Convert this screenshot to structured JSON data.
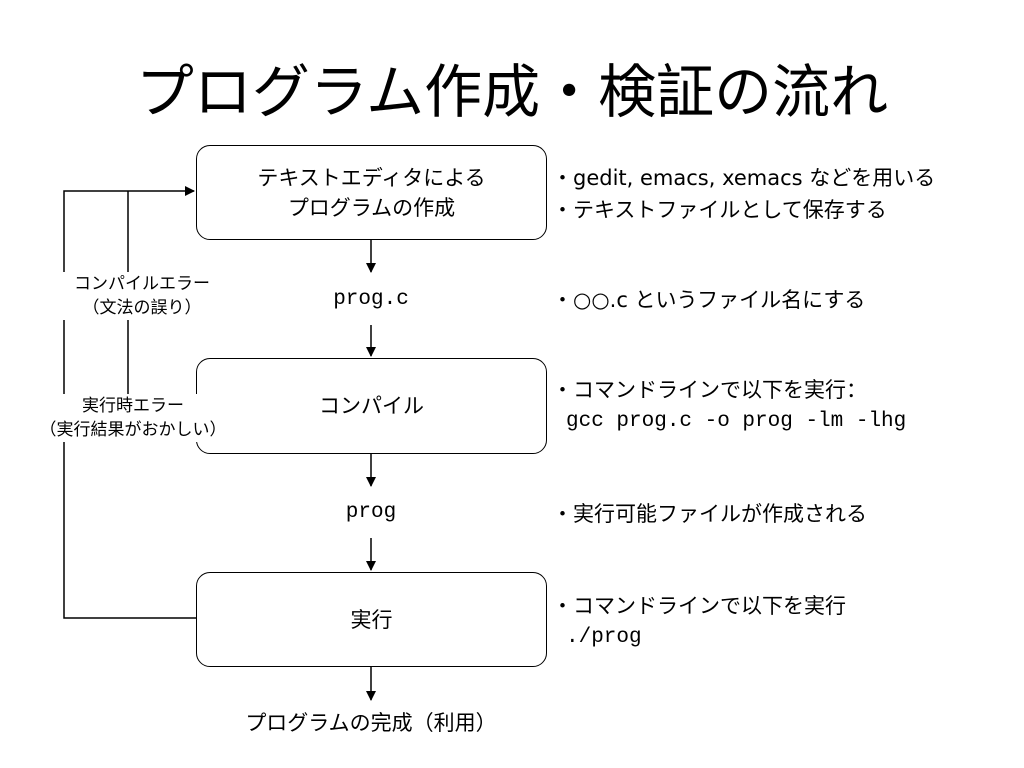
{
  "title": "プログラム作成・検証の流れ",
  "flow": {
    "box_edit": [
      "テキストエディタによる",
      "プログラムの作成"
    ],
    "file_source": "prog.c",
    "box_compile": "コンパイル",
    "file_exec": "prog",
    "box_run": "実行",
    "final": "プログラムの完成（利用）"
  },
  "feedback": {
    "compile_error": [
      "コンパイルエラー",
      "（文法の誤り）"
    ],
    "runtime_error": [
      "実行時エラー",
      "（実行結果がおかしい）"
    ]
  },
  "notes": {
    "edit": [
      "・gedit, emacs, xemacs などを用いる",
      "・テキストファイルとして保存する"
    ],
    "source": "・○○.c というファイル名にする",
    "compile_line": "・コマンドラインで以下を実行：",
    "compile_cmd": "gcc prog.c -o prog -lm -lhg",
    "exec": "・実行可能ファイルが作成される",
    "run_line": "・コマンドラインで以下を実行",
    "run_cmd": "./prog"
  }
}
